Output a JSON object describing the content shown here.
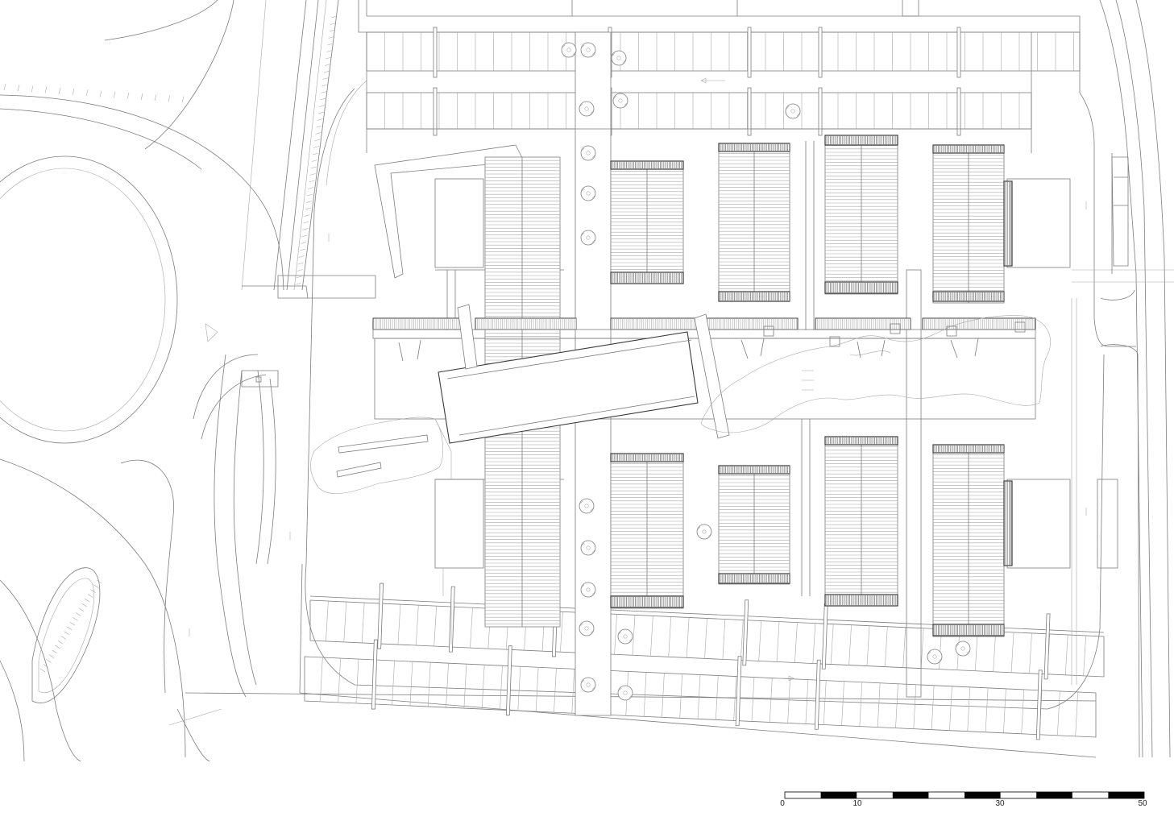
{
  "drawing": {
    "type": "site plan",
    "scale_bar": {
      "labels": [
        "0",
        "10",
        "30",
        "50"
      ],
      "segments": 10,
      "max": 50
    },
    "colors": {
      "line": "#7d7d7d",
      "line_light": "#a8a8a8",
      "line_dark": "#3a3a3a",
      "hatch": "#555555",
      "scale_fill": "#000000",
      "background": "#ffffff"
    }
  }
}
